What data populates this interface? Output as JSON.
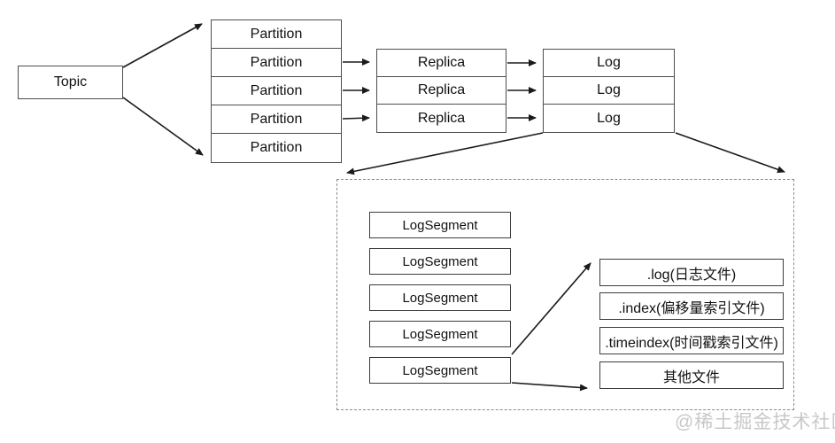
{
  "diagram": {
    "topic": {
      "label": "Topic"
    },
    "partitions": [
      "Partition",
      "Partition",
      "Partition",
      "Partition",
      "Partition"
    ],
    "replicas": [
      "Replica",
      "Replica",
      "Replica"
    ],
    "logs": [
      "Log",
      "Log",
      "Log"
    ],
    "log_segments": [
      "LogSegment",
      "LogSegment",
      "LogSegment",
      "LogSegment",
      "LogSegment"
    ],
    "files": [
      ".log(日志文件)",
      ".index(偏移量索引文件)",
      ".timeindex(时间戳索引文件)",
      "其他文件"
    ],
    "watermark": "@稀土掘金技术社区",
    "colors": {
      "background": "#ffffff",
      "box_border": "#4d4d4d",
      "inner_box_border": "#3c3c3c",
      "arrow_line": "#1a1a1a",
      "dashed_border": "#8a8a8a",
      "text": "#111111",
      "watermark": "#c8c8c8"
    }
  }
}
